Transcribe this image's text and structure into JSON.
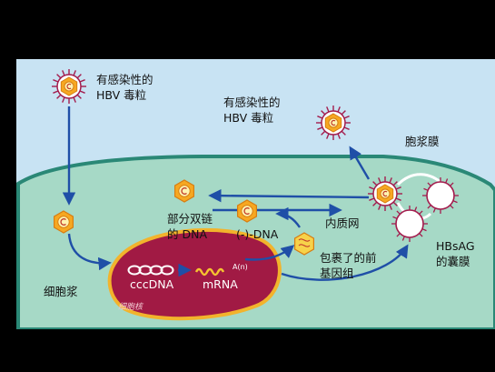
{
  "labels": {
    "hbv_top_line1": "有感染性的",
    "hbv_top_line2": "HBV 毒粒",
    "hbv_right_line1": "有感染性的",
    "hbv_right_line2": "HBV 毒粒",
    "plasma_membrane": "胞浆膜",
    "partial_dsdna_line1": "部分双链",
    "partial_dsdna_line2": "的 DNA",
    "minus_dna": "(-)-DNA",
    "er": "内质网",
    "packaged_line1": "包裹了的前",
    "packaged_line2": "基因组",
    "hbsag_line1": "HBsAG",
    "hbsag_line2": "的囊膜",
    "cytoplasm": "细胞浆",
    "cccdna": "cccDNA",
    "mrna": "mRNA",
    "poly_a": "A(n)",
    "nucleus": "细胞核"
  },
  "colors": {
    "background": "#c8e3f3",
    "cell": "#a6d9c6",
    "cell_border": "#2a8876",
    "nucleus": "#a11a44",
    "nucleus_border": "#f2b32c",
    "arrow": "#1f4fa7",
    "virion_spike": "#a31c4d",
    "capsid": "#f6a821",
    "core": "#fff3b0"
  }
}
